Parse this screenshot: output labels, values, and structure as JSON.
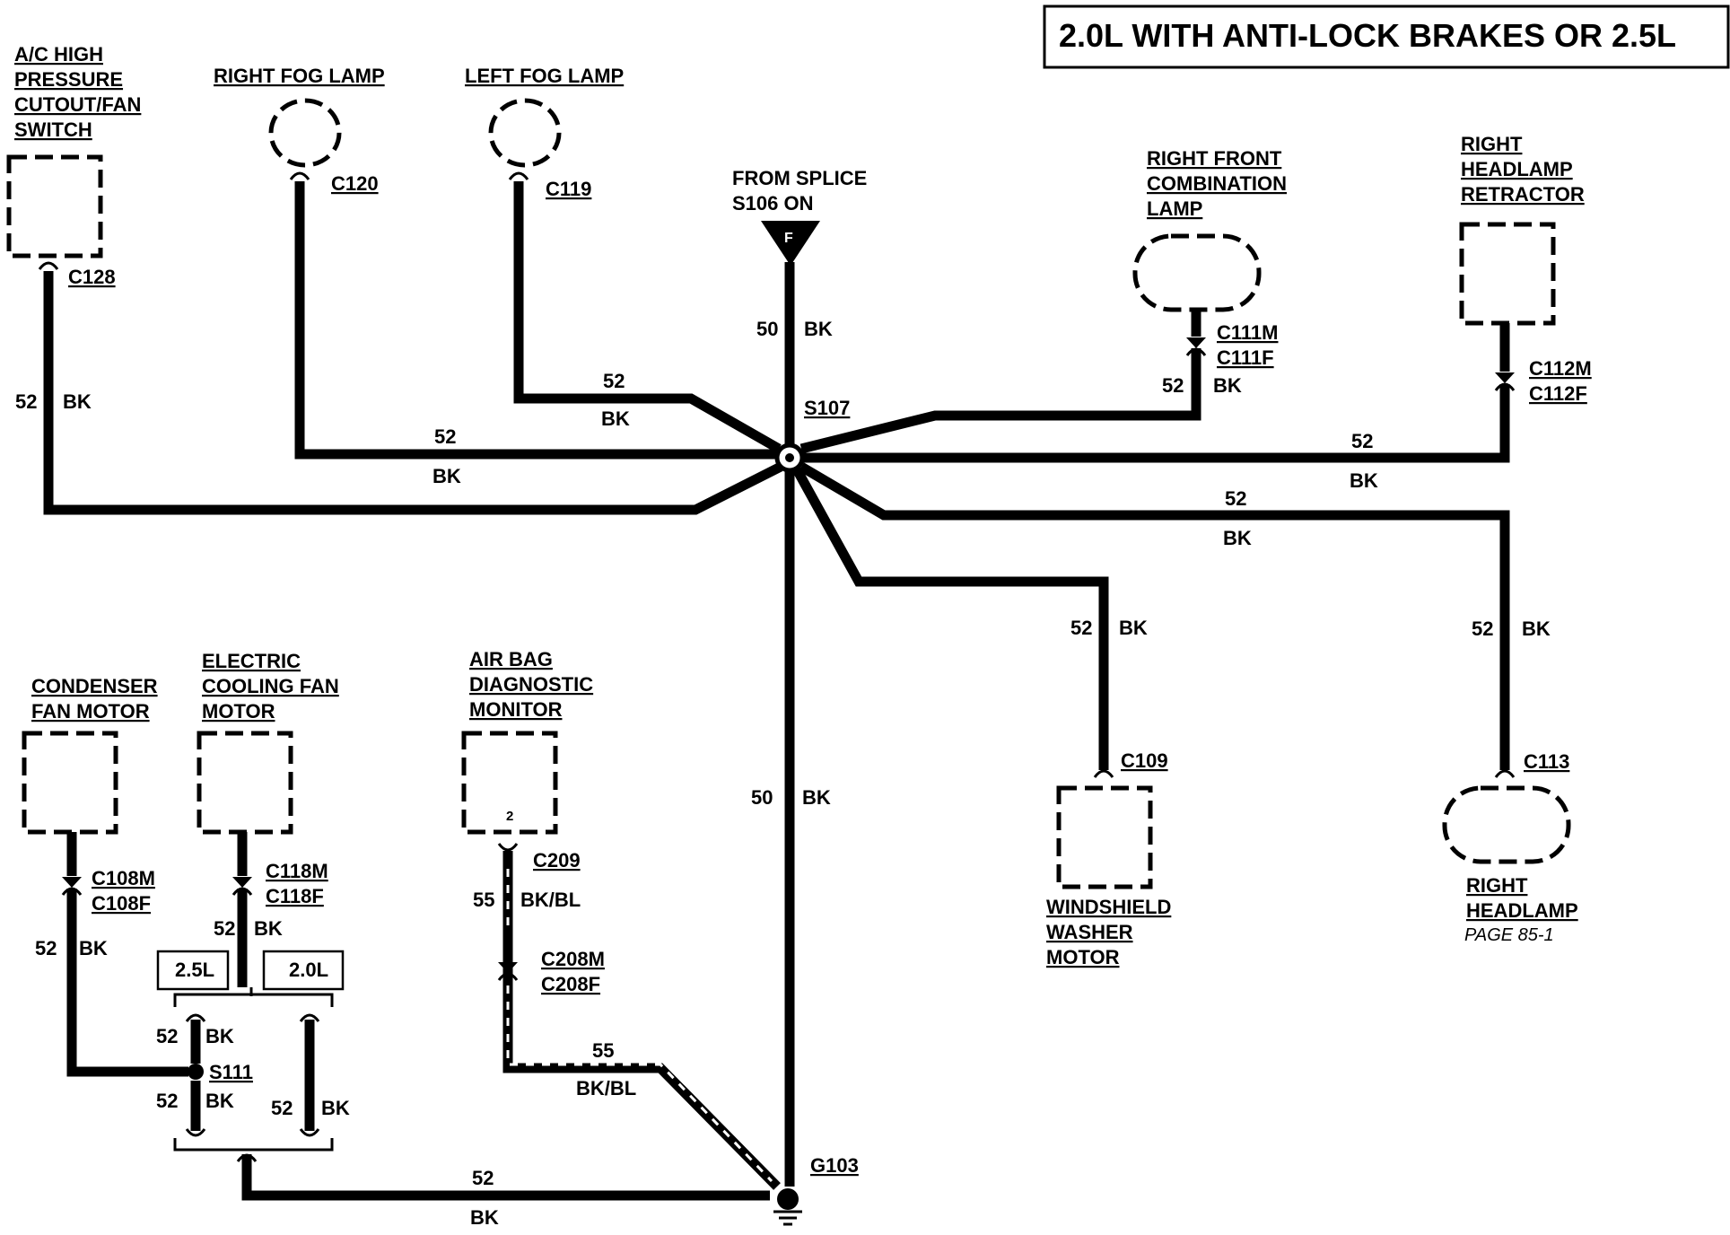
{
  "title": "2.0L WITH ANTI-LOCK BRAKES OR 2.5L",
  "components": {
    "ac_switch": [
      "A/C HIGH",
      "PRESSURE",
      "CUTOUT/FAN",
      "SWITCH"
    ],
    "right_fog_lamp": [
      "RIGHT FOG LAMP"
    ],
    "left_fog_lamp": [
      "LEFT FOG LAMP"
    ],
    "splice_source": [
      "FROM SPLICE",
      "S106 ON"
    ],
    "splice_source_letter": "F",
    "right_front_combination_lamp": [
      "RIGHT FRONT",
      "COMBINATION",
      "LAMP"
    ],
    "right_headlamp_retractor": [
      "RIGHT",
      "HEADLAMP",
      "RETRACTOR"
    ],
    "condenser_fan_motor": [
      "CONDENSER",
      "FAN MOTOR"
    ],
    "electric_cooling_fan_motor": [
      "ELECTRIC",
      "COOLING FAN",
      "MOTOR"
    ],
    "air_bag_diagnostic_monitor": [
      "AIR BAG",
      "DIAGNOSTIC",
      "MONITOR"
    ],
    "air_bag_pin": "2",
    "windshield_washer_motor": [
      "WINDSHIELD",
      "WASHER",
      "MOTOR"
    ],
    "right_headlamp": [
      "RIGHT",
      "HEADLAMP"
    ],
    "right_headlamp_page": "PAGE 85-1"
  },
  "connectors": {
    "c128": "C128",
    "c120": "C120",
    "c119": "C119",
    "c111": [
      "C111M",
      "C111F"
    ],
    "c112": [
      "C112M",
      "C112F"
    ],
    "c108": [
      "C108M",
      "C108F"
    ],
    "c118": [
      "C118M",
      "C118F"
    ],
    "c209": "C209",
    "c208": [
      "C208M",
      "C208F"
    ],
    "c109": "C109",
    "c113": "C113"
  },
  "splices": {
    "s107": "S107",
    "s111": "S111"
  },
  "ground": "G103",
  "variants": {
    "v25": "2.5L",
    "v20": "2.0L"
  },
  "wires": {
    "gauge_50": "50",
    "gauge_52": "52",
    "gauge_55": "55",
    "color_bk": "BK",
    "color_bkbl": "BK/BL"
  }
}
